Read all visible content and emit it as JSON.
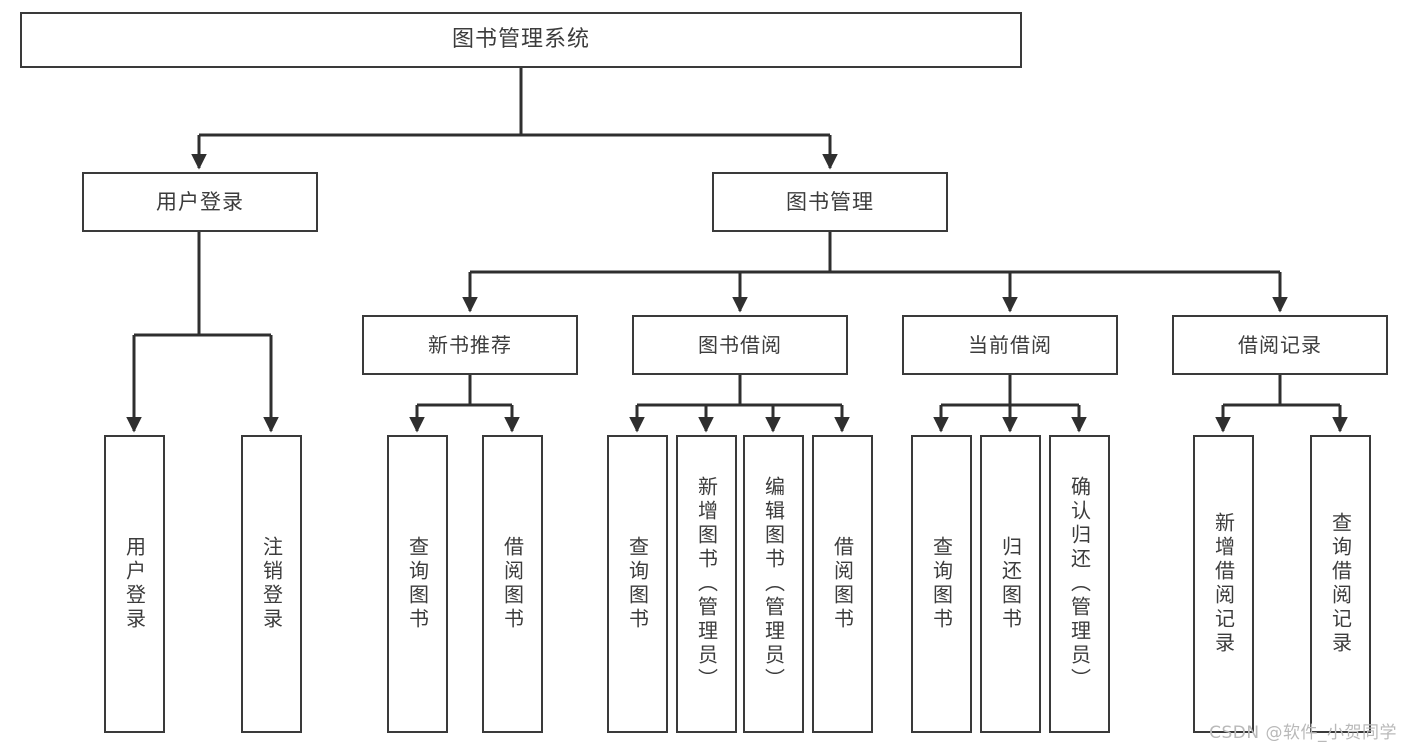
{
  "diagram": {
    "title": "图书管理系统",
    "watermark": "CSDN @软件_小贺同学",
    "colors": {
      "box_border": "#3a3a3a",
      "box_fill": "#ffffff",
      "text": "#3c3c3c",
      "edge": "#2f2f2f",
      "watermark": "#b9b9b9",
      "background": "#ffffff"
    },
    "root": {
      "label": "图书管理系统"
    },
    "level1": [
      {
        "label": "用户登录"
      },
      {
        "label": "图书管理"
      }
    ],
    "level2": [
      {
        "label": "新书推荐"
      },
      {
        "label": "图书借阅"
      },
      {
        "label": "当前借阅"
      },
      {
        "label": "借阅记录"
      }
    ],
    "leaves": {
      "user_login": [
        {
          "label": "用户登录"
        },
        {
          "label": "注销登录"
        }
      ],
      "new_book": [
        {
          "label": "查询图书"
        },
        {
          "label": "借阅图书"
        }
      ],
      "book_borrow": [
        {
          "label": "查询图书"
        },
        {
          "label": "新增图书（管理员）"
        },
        {
          "label": "编辑图书（管理员）"
        },
        {
          "label": "借阅图书"
        }
      ],
      "current_borrow": [
        {
          "label": "查询图书"
        },
        {
          "label": "归还图书"
        },
        {
          "label": "确认归还（管理员）"
        }
      ],
      "borrow_record": [
        {
          "label": "新增借阅记录"
        },
        {
          "label": "查询借阅记录"
        }
      ]
    }
  }
}
